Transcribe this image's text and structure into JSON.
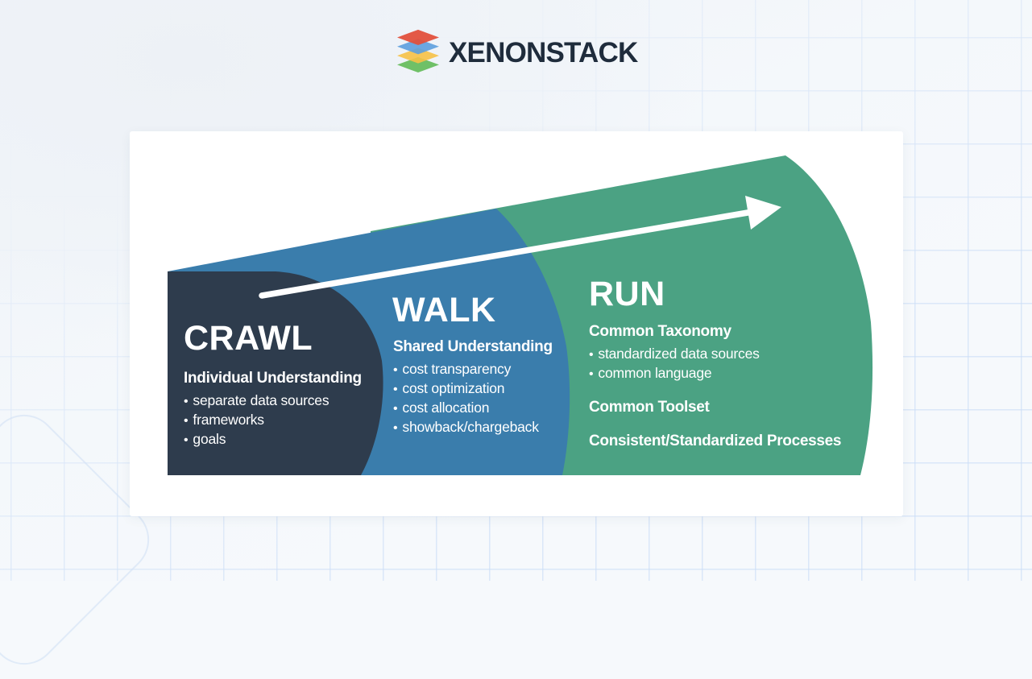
{
  "brand": {
    "name": "XENONSTACK",
    "text_color": "#1f2c3c",
    "logo_colors": [
      "#e2503c",
      "#5c9ede",
      "#f6c145",
      "#61ba56"
    ]
  },
  "colors": {
    "page_background": "#f2f6fa",
    "card_background": "#ffffff",
    "grid_line": "#dbe7f8"
  },
  "diagram": {
    "bullet_char": "•",
    "arrow_color": "#ffffff",
    "phases": [
      {
        "id": "crawl",
        "label": "CRAWL",
        "color": "#2e3c4d",
        "sections": [
          {
            "title": "Individual Understanding",
            "bullets": [
              "separate data sources",
              "frameworks",
              "goals"
            ]
          }
        ]
      },
      {
        "id": "walk",
        "label": "WALK",
        "color": "#3a7dac",
        "sections": [
          {
            "title": "Shared Understanding",
            "bullets": [
              "cost transparency",
              "cost optimization",
              "cost allocation",
              "showback/chargeback"
            ]
          }
        ]
      },
      {
        "id": "run",
        "label": "RUN",
        "color": "#4ba283",
        "sections": [
          {
            "title": "Common Taxonomy",
            "bullets": [
              "standardized data sources",
              "common language"
            ]
          },
          {
            "title": "Common Toolset",
            "bullets": []
          },
          {
            "title": "Consistent/Standardized Processes",
            "bullets": []
          }
        ]
      }
    ]
  }
}
